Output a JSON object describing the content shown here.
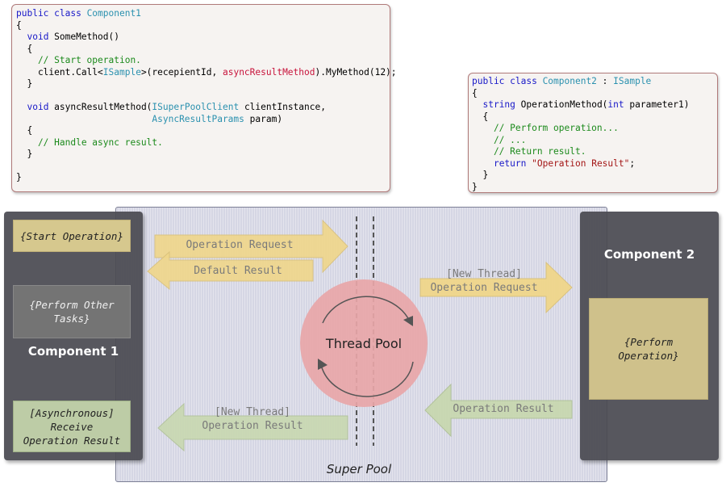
{
  "code1": {
    "lines": [
      [
        {
          "t": "public class ",
          "c": "kw"
        },
        {
          "t": "Component1",
          "c": "ty"
        }
      ],
      [
        {
          "t": "{",
          "c": ""
        }
      ],
      [
        {
          "t": "  ",
          "c": ""
        },
        {
          "t": "void",
          "c": "kw"
        },
        {
          "t": " SomeMethod()",
          "c": ""
        }
      ],
      [
        {
          "t": "  {",
          "c": ""
        }
      ],
      [
        {
          "t": "    // Start operation.",
          "c": "cm"
        }
      ],
      [
        {
          "t": "    client.Call<",
          "c": ""
        },
        {
          "t": "ISample",
          "c": "ty"
        },
        {
          "t": ">(recepientId, ",
          "c": ""
        },
        {
          "t": "asyncResultMethod",
          "c": "hl"
        },
        {
          "t": ").MyMethod(12);",
          "c": ""
        }
      ],
      [
        {
          "t": "  }",
          "c": ""
        }
      ],
      [
        {
          "t": "",
          "c": ""
        }
      ],
      [
        {
          "t": "  ",
          "c": ""
        },
        {
          "t": "void",
          "c": "kw"
        },
        {
          "t": " asyncResultMethod(",
          "c": ""
        },
        {
          "t": "ISuperPoolClient",
          "c": "ty"
        },
        {
          "t": " clientInstance,",
          "c": ""
        }
      ],
      [
        {
          "t": "                         ",
          "c": ""
        },
        {
          "t": "AsyncResultParams",
          "c": "ty"
        },
        {
          "t": " param)",
          "c": ""
        }
      ],
      [
        {
          "t": "  {",
          "c": ""
        }
      ],
      [
        {
          "t": "    // Handle async result.",
          "c": "cm"
        }
      ],
      [
        {
          "t": "  }",
          "c": ""
        }
      ],
      [
        {
          "t": "",
          "c": ""
        }
      ],
      [
        {
          "t": "}",
          "c": ""
        }
      ]
    ]
  },
  "code2": {
    "lines": [
      [
        {
          "t": "public class ",
          "c": "kw"
        },
        {
          "t": "Component2",
          "c": "ty"
        },
        {
          "t": " : ",
          "c": ""
        },
        {
          "t": "ISample",
          "c": "ty"
        }
      ],
      [
        {
          "t": "{",
          "c": ""
        }
      ],
      [
        {
          "t": "  ",
          "c": ""
        },
        {
          "t": "string",
          "c": "kw"
        },
        {
          "t": " OperationMethod(",
          "c": ""
        },
        {
          "t": "int",
          "c": "kw"
        },
        {
          "t": " parameter1)",
          "c": ""
        }
      ],
      [
        {
          "t": "  {",
          "c": ""
        }
      ],
      [
        {
          "t": "    // Perform operation...",
          "c": "cm"
        }
      ],
      [
        {
          "t": "    // ...",
          "c": "cm"
        }
      ],
      [
        {
          "t": "    // Return result.",
          "c": "cm"
        }
      ],
      [
        {
          "t": "    ",
          "c": ""
        },
        {
          "t": "return",
          "c": "kw"
        },
        {
          "t": " ",
          "c": ""
        },
        {
          "t": "\"Operation Result\"",
          "c": "st"
        },
        {
          "t": ";",
          "c": ""
        }
      ],
      [
        {
          "t": "  }",
          "c": ""
        }
      ],
      [
        {
          "t": "}",
          "c": ""
        }
      ]
    ]
  },
  "component1": {
    "title": "Component 1",
    "start_operation": "{Start Operation}",
    "perform_other_line1": "{Perform Other",
    "perform_other_line2": "Tasks}",
    "receive_line1": "[Asynchronous]",
    "receive_line2": "Receive",
    "receive_line3": "Operation Result"
  },
  "component2": {
    "title": "Component 2",
    "perform_line1": "{Perform",
    "perform_line2": "Operation}"
  },
  "arrows": {
    "operation_request": "Operation Request",
    "default_result": "Default Result",
    "new_thread_request_line1": "[New Thread]",
    "new_thread_request_line2": "Operation Request",
    "operation_result": "Operation Result",
    "new_thread_result_line1": "[New Thread]",
    "new_thread_result_line2": "Operation Result"
  },
  "thread_pool_label": "Thread Pool",
  "super_pool_label": "Super Pool",
  "colors": {
    "panel": "#4b4b52",
    "start_box": "#d6c88e",
    "perform_other_box": "#747474",
    "receive_box": "#bdcca6",
    "perform_box": "#cfc18b",
    "yellow_arrow": "#f0d68a",
    "green_arrow": "#c8d8b0",
    "thread_pool": "#e8a6a8"
  }
}
